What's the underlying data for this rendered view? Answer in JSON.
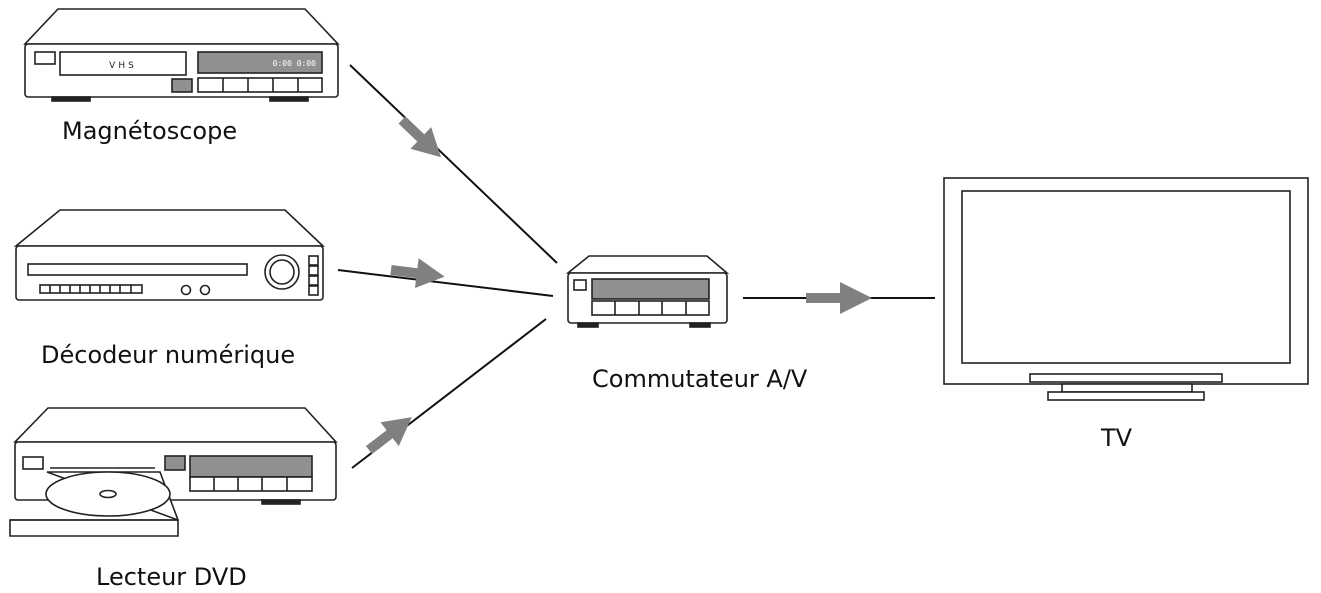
{
  "devices": {
    "vcr": {
      "label": "Magnétoscope",
      "display_text": "0:00 0:00",
      "slot_text": "VHS"
    },
    "decoder": {
      "label": "Décodeur numérique"
    },
    "dvd": {
      "label": "Lecteur DVD"
    },
    "switch": {
      "label": "Commutateur A/V"
    },
    "tv": {
      "label": "TV"
    }
  },
  "colors": {
    "outline": "#222222",
    "arrow": "#808080",
    "display": "#909090",
    "body": "#ffffff"
  },
  "icons": [
    "vcr-icon",
    "decoder-icon",
    "dvd-player-icon",
    "av-switch-icon",
    "tv-icon",
    "arrow-icon"
  ]
}
